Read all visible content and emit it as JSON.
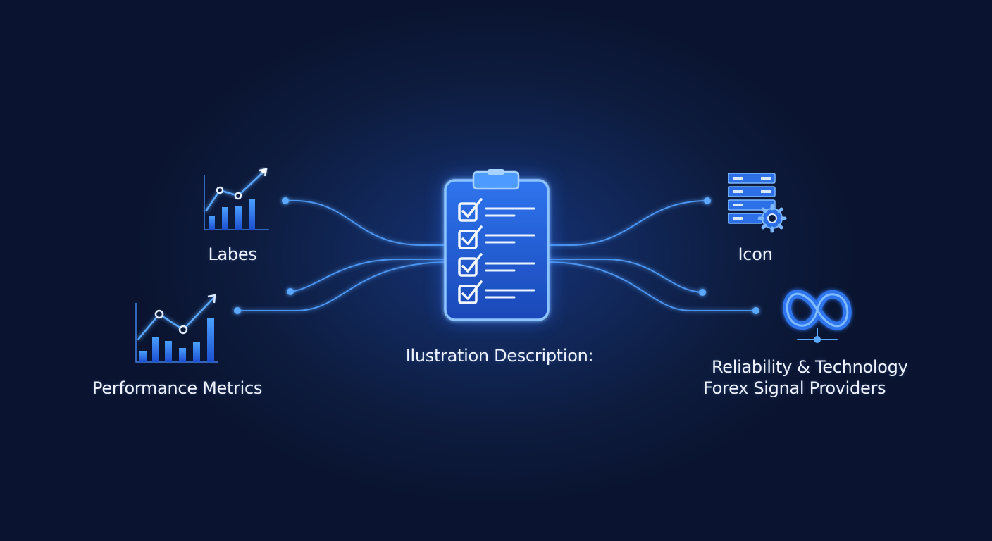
{
  "labels": {
    "top_left": "Labes",
    "bottom_left": "Performance Metrics",
    "center": "Ilustration Description:",
    "top_right": "Icon",
    "bottom_right_line1": "Reliability & Technology",
    "bottom_right_line2": "Forex Signal Providers"
  },
  "icons": {
    "top_left": "bar-line-chart-icon",
    "bottom_left": "bar-line-chart-icon",
    "center": "checklist-clipboard-icon",
    "top_right": "server-gear-icon",
    "bottom_right": "infinity-network-icon"
  },
  "colors": {
    "background": "#0c1630",
    "accent": "#3f8bff",
    "line": "#4c95f0",
    "glow": "#5aa8ff",
    "text": "#eef3ff"
  }
}
